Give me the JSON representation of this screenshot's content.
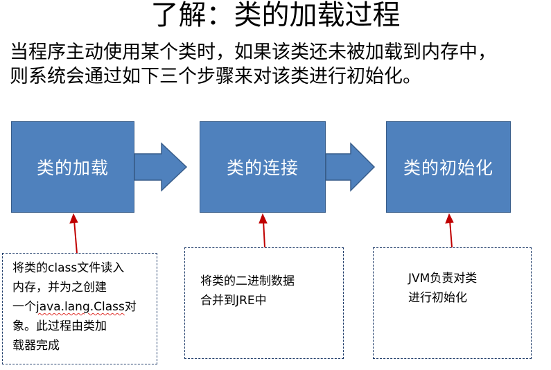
{
  "title": "了解：类的加载过程",
  "intro": {
    "line1": "当程序主动使用某个类时，如果该类还未被加载到内存中，",
    "line2": "则系统会通过如下三个步骤来对该类进行初始化。"
  },
  "steps": [
    {
      "label": "类的加载"
    },
    {
      "label": "类的连接"
    },
    {
      "label": "类的初始化"
    }
  ],
  "notes": [
    {
      "line1": "将类的class文件读入",
      "line2": "内存，并为之创建",
      "line3_pre": "一个",
      "line3_code": "java.lang.Class",
      "line3_post": "对",
      "line4": "象。此过程由类加",
      "line5": "载器完成"
    },
    {
      "line1": "将类的二进制数据",
      "line2": "合并到JRE中"
    },
    {
      "line1": "JVM负责对类",
      "line2": "进行初始化"
    }
  ],
  "colors": {
    "box_fill": "#4f81bd",
    "box_border": "#385d8a",
    "note_border": "#1f3c6a",
    "pointer_arrow": "#c00000"
  }
}
